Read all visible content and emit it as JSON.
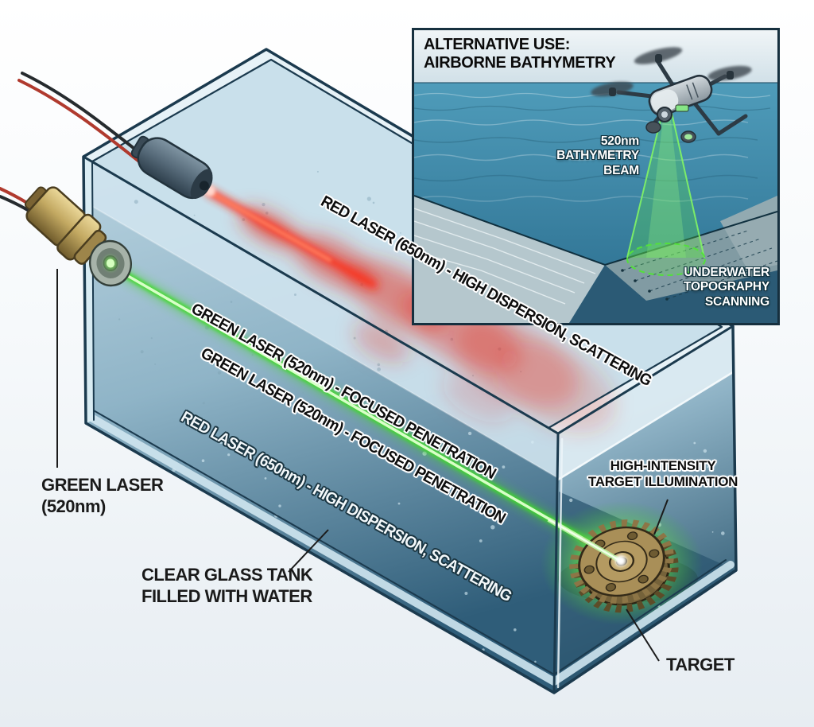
{
  "colors": {
    "red_laser": "#ff2a12",
    "green_laser": "#3fd92a",
    "tank_outline": "#1b3a4e",
    "water_dark": "#2f5d79",
    "water_light": "#cfe3ee",
    "inset_ocean": "#3f90af",
    "inset_deep": "#2b5a75",
    "gear_bronze": "#a98f58",
    "background": "#e8eef3"
  },
  "beam_labels": {
    "red": {
      "name": "RED LASER (650nm)",
      "desc": " - HIGH DISPERSION, SCATTERING"
    },
    "green": {
      "name": "GREEN LASER (520nm)",
      "desc": " - FOCUSED PENETRATION"
    }
  },
  "annotations": {
    "green_device": {
      "line1": "GREEN LASER",
      "line2": "(520nm)"
    },
    "tank": {
      "line1": "CLEAR GLASS TANK",
      "line2": "FILLED WITH WATER"
    },
    "illumination": {
      "line1": "HIGH-INTENSITY",
      "line2": "TARGET ILLUMINATION"
    },
    "target": "TARGET"
  },
  "inset": {
    "title": {
      "line1": "ALTERNATIVE USE:",
      "line2": "AIRBORNE BATHYMETRY"
    },
    "beam_label": {
      "line1": "520nm",
      "line2": "BATHYMETRY",
      "line3": "BEAM"
    },
    "scan_label": {
      "line1": "UNDERWATER",
      "line2": "TOPOGRAPHY",
      "line3": "SCANNING"
    }
  }
}
